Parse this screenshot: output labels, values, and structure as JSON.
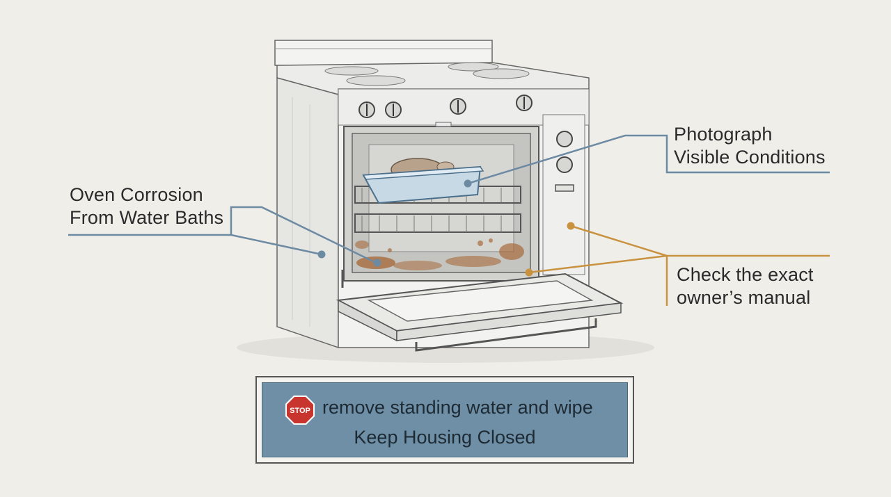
{
  "labels": {
    "corrosion": [
      "Oven Corrosion",
      "From Water Baths"
    ],
    "photograph": [
      "Photograph",
      "Visible Conditions"
    ],
    "manual": [
      "Check the exact",
      "owner’s manual"
    ]
  },
  "banner": {
    "stop_text": "STOP",
    "line1": "remove standing water and wipe",
    "line2": "Keep Housing Closed"
  },
  "colors": {
    "blue_leader": "#6d8aa3",
    "orange_leader": "#c9923f",
    "banner_fill": "#6e8fa6",
    "stop_red": "#c8342e",
    "background": "#efeee9"
  }
}
